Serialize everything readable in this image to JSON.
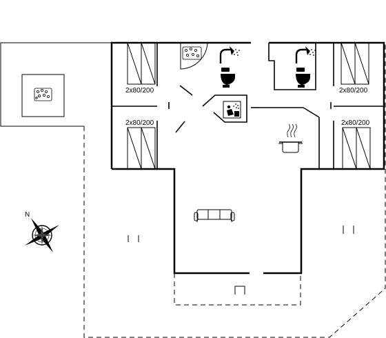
{
  "floor_plan": {
    "compass": {
      "north_label": "N",
      "icon": "compass-rose-icon"
    },
    "rooms": {
      "bedroom_top_left": {
        "bed_label": "2x80/200"
      },
      "bedroom_bottom_left": {
        "bed_label": "2x80/200"
      },
      "bedroom_top_right": {
        "bed_label": "2x80/200"
      },
      "bedroom_bottom_right": {
        "bed_label": "2x80/200"
      }
    },
    "icons": {
      "hot_tub": "hot-tub-icon",
      "spa_bath": "spa-bath-icon",
      "shower": "shower-icon",
      "toilet": "toilet-icon",
      "sauna": "sauna-icon",
      "cooking_pot": "cooking-pot-icon",
      "sofa": "sofa-icon"
    },
    "colors": {
      "wall": "#000000",
      "background": "#ffffff"
    }
  }
}
